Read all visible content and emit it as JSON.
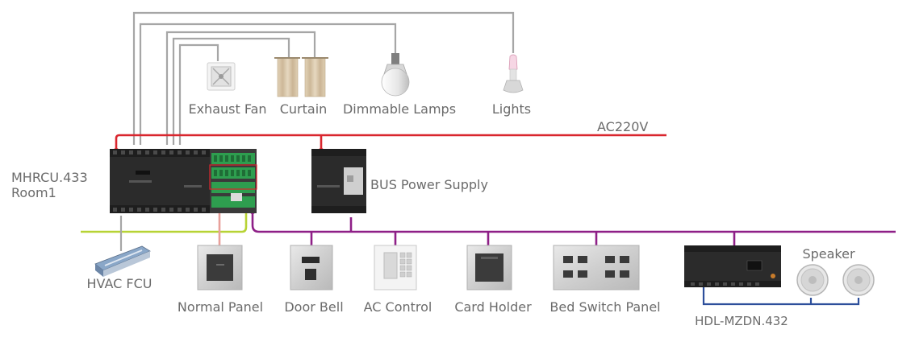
{
  "labels": {
    "exhaust_fan": "Exhaust Fan",
    "curtain": "Curtain",
    "dimmable_lamps": "Dimmable Lamps",
    "lights": "Lights",
    "ac220v": "AC220V",
    "mhrcu_model": "MHRCU.433",
    "mhrcu_room": "Room1",
    "bus_power_supply": "BUS Power Supply",
    "hvac_fcu": "HVAC FCU",
    "normal_panel": "Normal Panel",
    "door_bell": "Door Bell",
    "ac_control": "AC Control",
    "card_holder": "Card Holder",
    "bed_switch_panel": "Bed Switch Panel",
    "speaker": "Speaker",
    "hdl_mzdn": "HDL-MZDN.432"
  },
  "colors": {
    "power_line": "#d9262e",
    "bus_line": "#8e1f87",
    "hvac_line": "#b7d335",
    "load_wire": "#a6a6a6",
    "audio_line": "#2d4f9b",
    "panel_wire": "#e8a09a",
    "yellow_wire": "#e6e22a",
    "device_body": "#2b2b2b",
    "terminal_green": "#2e9e4f",
    "label_text": "#6b6b6b"
  },
  "icons": {
    "exhaust_fan": "exhaust-fan-icon",
    "curtain": "curtain-icon",
    "dimmable_lamp": "bulb-icon",
    "light": "pendant-light-icon",
    "hvac": "fan-coil-unit-icon",
    "speaker": "ceiling-speaker-icon"
  }
}
